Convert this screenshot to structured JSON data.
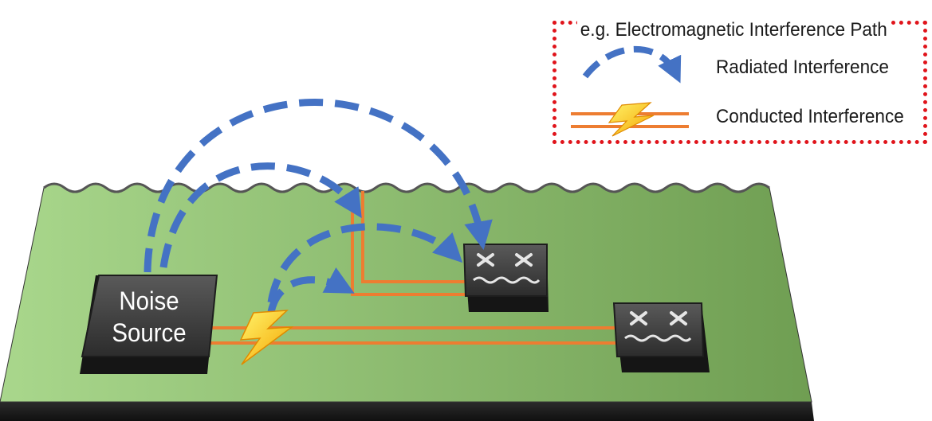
{
  "diagram": {
    "legend": {
      "title": "e.g. Electromagnetic Interference Path",
      "radiated_label": "Radiated Interference",
      "conducted_label": "Conducted Interference"
    },
    "noise_source": {
      "line1": "Noise",
      "line2": "Source"
    },
    "colors": {
      "radiated_path": "#4472c4",
      "conducted_trace": "#ed7d31",
      "legend_border": "#e0141b",
      "board_light": "#a9d78c",
      "board_dark": "#6f9e52",
      "chip": "#3a3a3a",
      "spark": "#ffd400"
    },
    "icons": [
      "lightning-bolt-icon",
      "chip-x-marks-icon",
      "chip-wave-mark-icon",
      "dashed-arrow-icon"
    ]
  }
}
